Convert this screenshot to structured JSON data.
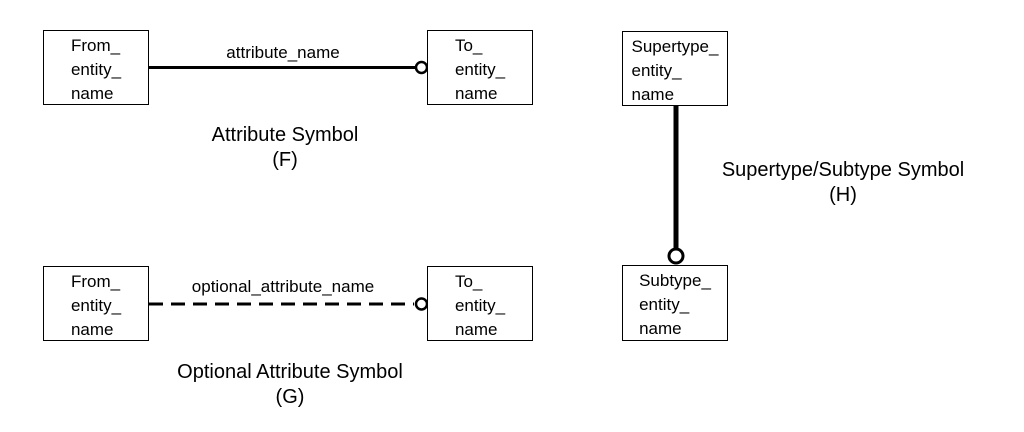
{
  "diagrams": {
    "attribute": {
      "from_box": "From_\nentity_\nname",
      "to_box": "To_\nentity_\nname",
      "line_label": "attribute_name",
      "caption_title": "Attribute Symbol",
      "caption_letter": "(F)"
    },
    "optional_attribute": {
      "from_box": "From_\nentity_\nname",
      "to_box": "To_\nentity_\nname",
      "line_label": "optional_attribute_name",
      "caption_title": "Optional Attribute Symbol",
      "caption_letter": "(G)"
    },
    "supertype_subtype": {
      "top_box": "Supertype_\nentity_\nname",
      "bottom_box": "Subtype_\nentity_\nname",
      "caption_title": "Supertype/Subtype Symbol",
      "caption_letter": "(H)"
    }
  },
  "colors": {
    "background": "#ffffff",
    "line": "#000000",
    "text": "#000000"
  }
}
